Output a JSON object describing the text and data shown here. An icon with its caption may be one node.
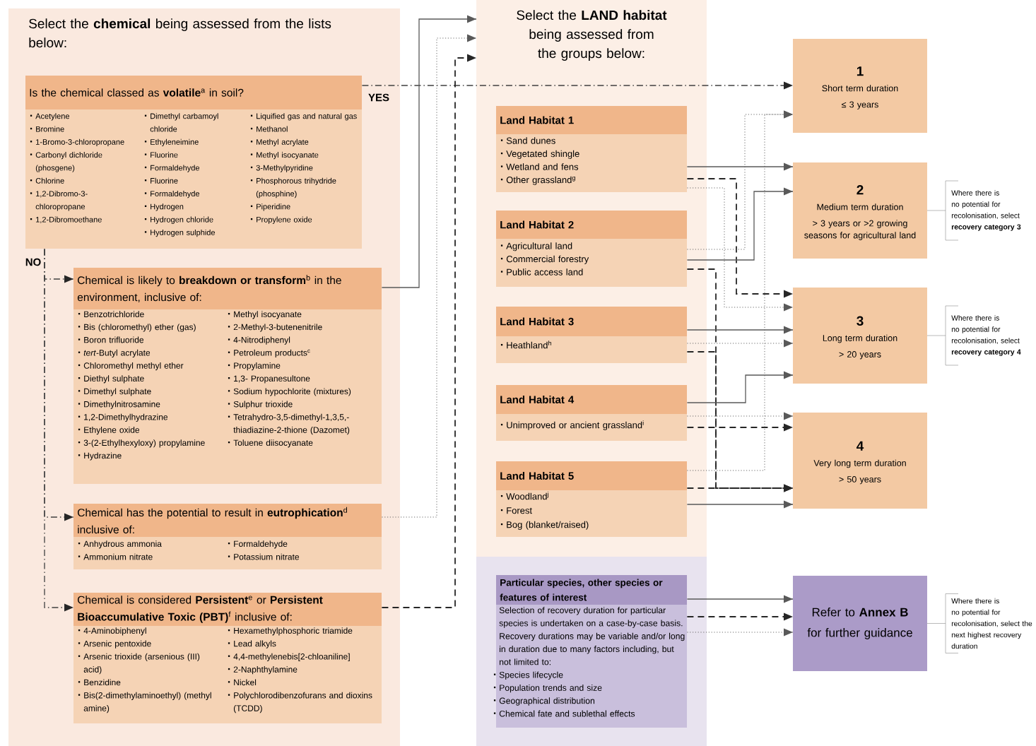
{
  "diagram": {
    "nodes": [
      {
        "text": [
          "Select the **chemical** being assessed from the lists below:"
        ]
      },
      {
        "text": [
          "Is the chemical classed as **volatile**$^{a}$ in soil?",
          "Acetylene",
          "Bromine",
          "1-Bromo-3-chloropropane",
          "Carbonyl dichloride (phosgene)",
          "Chlorine",
          "1,2-Dibromo-3-chloropropane",
          "1,2-Dibromoethane",
          "Dimethyl carbamoyl chloride",
          "Ethyleneimine",
          "Fluorine",
          "Formaldehyde",
          "Fluorine",
          "Formaldehyde",
          "Hydrogen",
          "Hydrogen chloride",
          "Hydrogen sulphide",
          "Liquified gas and natural gas",
          "Methanol",
          "Methyl acrylate",
          "Methyl isocyanate",
          "3-Methylpyridine",
          "Phosphorous trihydride (phosphine)",
          "Piperidine",
          "Propylene oxide"
        ],
        "in": 0
      },
      {
        "text": [
          "Chemical is likely to **breakdown or transform**$^{b}$ in the environment, inclusive of:",
          "Benzotrichloride",
          "Bis (chloromethyl) ether (gas)",
          "Boron trifluoride",
          "*tert*-Butyl acrylate",
          "Chloromethyl methyl ether",
          "Diethyl sulphate",
          "Dimethyl sulphate",
          "Dimethylnitrosamine",
          "1,2-Dimethylhydrazine",
          "Ethylene oxide",
          "3-(2-Ethylhexyloxy) propylamine",
          "Hydrazine",
          "Methyl isocyanate",
          "2-Methyl-3-butenenitrile",
          "4-Nitrodiphenyl",
          "Petroleum products$^{c}$",
          "Propylamine",
          "1,3- Propanesultone",
          "Sodium hypochlorite (mixtures)",
          "Sulphur trioxide",
          "Tetrahydro-3,5-dimethyl-1,3,5,-thiadiazine-2-thione (Dazomet)",
          "Toluene diisocyanate"
        ],
        "in": 0
      },
      {
        "text": [
          "Chemical has the potential to result in **eutrophication**$^{d}$ inclusive of:",
          "Anhydrous ammonia",
          "Ammonium nitrate",
          "Formaldehyde",
          "Potassium nitrate"
        ],
        "in": 0
      },
      {
        "text": [
          "Chemical is considered **Persistent**$^{e}$ or **Persistent Bioaccumulative Toxic (PBT)**$^{f}$ inclusive of:",
          "4-Aminobiphenyl",
          "Arsenic pentoxide",
          "Arsenic trioxide (arsenious (III) acid)",
          "Benzidine",
          "Bis(2-dimethylaminoethyl) (methyl amine)",
          "Hexamethylphosphoric triamide",
          "Lead alkyls",
          "4,4-methylenebis[2-chloaniline]",
          "2-Naphthylamine",
          "Nickel",
          "Polychlorodibenzofurans and dioxins (TCDD)"
        ],
        "in": 0
      },
      {
        "text": [
          "Select the **LAND habitat** being assessed from the groups below:"
        ]
      },
      {
        "text": [
          "Land Habitat 1",
          "Sand dunes",
          "Vegetated shingle",
          "Wetland and fens",
          "Other grassland$^{g}$"
        ],
        "in": 5
      },
      {
        "text": [
          "Land Habitat 2",
          "Agricultural land",
          "Commercial forestry",
          "Public access land"
        ],
        "in": 5
      },
      {
        "text": [
          "Land Habitat 3",
          "Heathland$^{h}$"
        ],
        "in": 5
      },
      {
        "text": [
          "Land Habitat 4",
          "Unimproved or ancient grassland$^{i}$"
        ],
        "in": 5
      },
      {
        "text": [
          "Land Habitat 5",
          "Woodland$^{j}$",
          "Forest",
          "Bog (blanket/raised)"
        ],
        "in": 5
      },
      {
        "text": [
          "Particular species, other species or features of interest",
          "Selection of recovery duration for particular species is undertaken on a case-by-case basis. Recovery durations may be variable and/or long in duration due to many factors including, but not limited to:",
          "Species lifecycle",
          "Population trends and size",
          "Geographical distribution",
          "Chemical fate and sublethal effects"
        ]
      },
      {
        "text": [
          "1",
          "Short term duration",
          "≤ 3 years"
        ]
      },
      {
        "text": [
          "2",
          "Medium term duration",
          "> 3 years or >2 growing seasons for agricultural land"
        ],
        "beside": [
          "Where there is no potential for recolonisation, select **recovery category 3**"
        ]
      },
      {
        "text": [
          "3",
          "Long term duration",
          "> 20 years"
        ],
        "beside": [
          "Where there is no potential for recolonisation, select **recovery category 4**"
        ]
      },
      {
        "text": [
          "4",
          "Very long term duration",
          "> 50 years"
        ]
      },
      {
        "text": [
          "Refer to **Annex B** for further guidance"
        ],
        "beside": [
          "Where there is no potential for recolonisation, select the next highest recovery duration"
        ]
      }
    ],
    "edges": [
      {
        "from": 1,
        "to": 12,
        "arrow": "to",
        "style": "dashed",
        "label": "YES"
      },
      {
        "from": 1,
        "to": 2,
        "arrow": "to",
        "style": "dashed",
        "label": "NO"
      },
      {
        "from": 1,
        "to": 3,
        "arrow": "to",
        "style": "dashed"
      },
      {
        "from": 1,
        "to": 4,
        "arrow": "to",
        "style": "dashed"
      },
      {
        "from": 2,
        "to": 5,
        "arrow": "to"
      },
      {
        "from": 3,
        "to": 5,
        "arrow": "to",
        "style": "dashed"
      },
      {
        "from": 4,
        "to": 5,
        "arrow": "to",
        "style": "dashed"
      },
      {
        "from": 6,
        "to": 13,
        "arrow": "to"
      },
      {
        "from": 6,
        "to": 14,
        "arrow": "to",
        "style": "dashed"
      },
      {
        "from": 6,
        "to": 14,
        "arrow": "to",
        "style": "dashed"
      },
      {
        "from": 7,
        "to": 12,
        "arrow": "to",
        "style": "dashed"
      },
      {
        "from": 7,
        "to": 13,
        "arrow": "to"
      },
      {
        "from": 7,
        "to": 15,
        "arrow": "to",
        "style": "dashed"
      },
      {
        "from": 8,
        "to": 14,
        "arrow": "to"
      },
      {
        "from": 8,
        "to": 14,
        "arrow": "to",
        "style": "dashed"
      },
      {
        "from": 8,
        "to": 15,
        "arrow": "to",
        "style": "dashed"
      },
      {
        "from": 9,
        "to": 14,
        "arrow": "to"
      },
      {
        "from": 9,
        "to": 15,
        "arrow": "to",
        "style": "dashed"
      },
      {
        "from": 9,
        "to": 15,
        "arrow": "to",
        "style": "dashed"
      },
      {
        "from": 10,
        "to": 12,
        "arrow": "to",
        "style": "dashed"
      },
      {
        "from": 10,
        "to": 15,
        "arrow": "to",
        "style": "dashed"
      },
      {
        "from": 10,
        "to": 15,
        "arrow": "to"
      },
      {
        "from": 11,
        "to": 16,
        "arrow": "to"
      },
      {
        "from": 11,
        "to": 16,
        "arrow": "to",
        "style": "dashed"
      },
      {
        "from": 11,
        "to": 16,
        "arrow": "to",
        "style": "dashed"
      }
    ]
  }
}
